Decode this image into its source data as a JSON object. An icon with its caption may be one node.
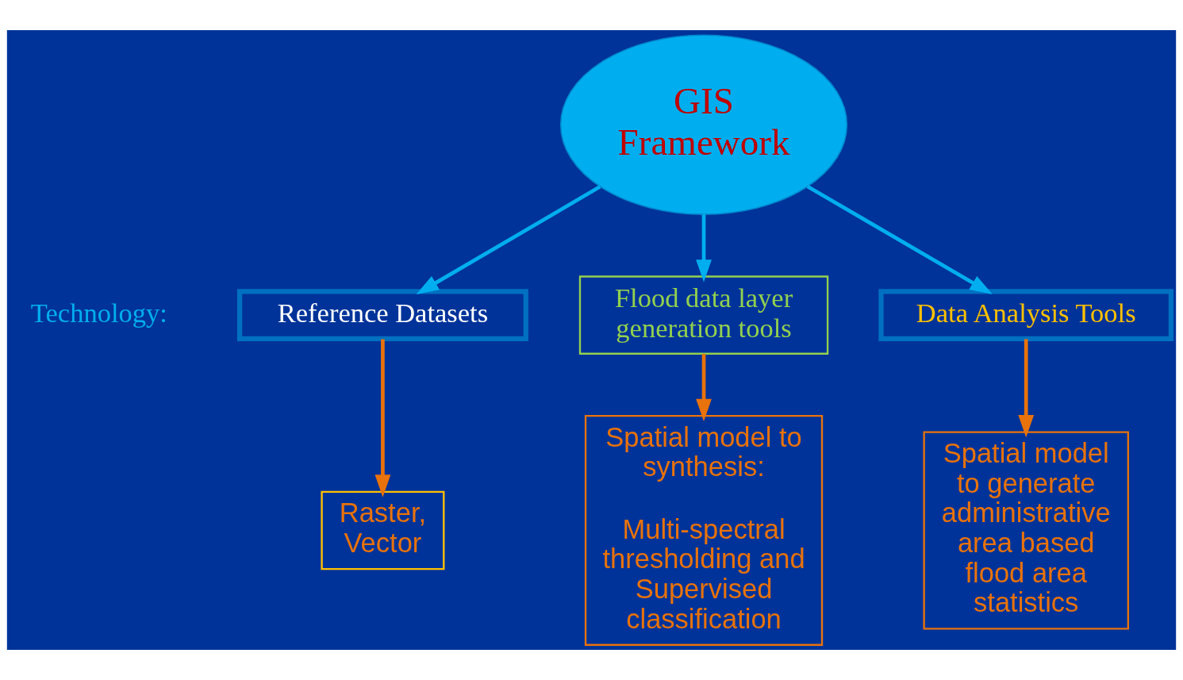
{
  "diagram": {
    "nodes": [
      {
        "text": [
          "GIS Framework"
        ]
      },
      {
        "text": [
          "Reference Datasets"
        ]
      },
      {
        "text": [
          "Raster, Vector"
        ]
      },
      {
        "text": [
          "Flood data layer generation tools"
        ]
      },
      {
        "text": [
          "Spatial model to synthesis:",
          "Multi-spectral thresholding and Supervised classification"
        ]
      },
      {
        "text": [
          "Data Analysis Tools"
        ]
      },
      {
        "text": [
          "Spatial model to generate administrative area based flood area statistics"
        ]
      }
    ],
    "edges": [
      {
        "from": 0,
        "to": 1,
        "arrow": "to",
        "color": "#00aeef"
      },
      {
        "from": 1,
        "to": 2,
        "arrow": "to",
        "color": "#e8720c"
      },
      {
        "from": 0,
        "to": 3,
        "arrow": "to",
        "color": "#00aeef"
      },
      {
        "from": 3,
        "to": 4,
        "arrow": "to",
        "color": "#e8720c"
      },
      {
        "from": 0,
        "to": 5,
        "arrow": "to",
        "color": "#00aeef"
      },
      {
        "from": 5,
        "to": 6,
        "arrow": "to",
        "color": "#e8720c"
      }
    ],
    "labels": [
      "Technology:"
    ]
  }
}
